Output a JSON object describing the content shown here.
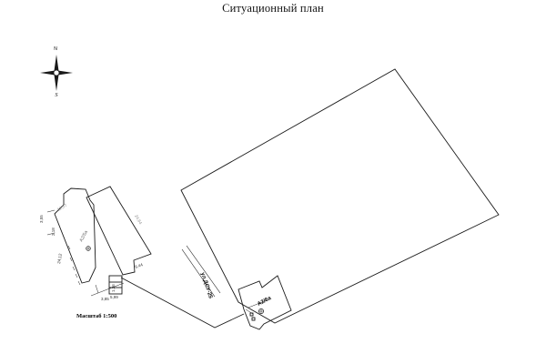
{
  "title": "Ситуационный план",
  "compass": {
    "north": "N",
    "south": "S"
  },
  "street_label": "ул.ДСУ-25",
  "scale_label": "Масштаб 1:500",
  "building_small": {
    "label": "А2/6а"
  },
  "building_left": {
    "label": "А2/5а",
    "dimensions": [
      "3,55",
      "2,18",
      "24,12",
      "6,44",
      "24,64",
      "12,57",
      "3,85",
      "5,99",
      "1,26"
    ]
  },
  "colors": {
    "line": "#1a1a1a",
    "background": "#ffffff"
  }
}
